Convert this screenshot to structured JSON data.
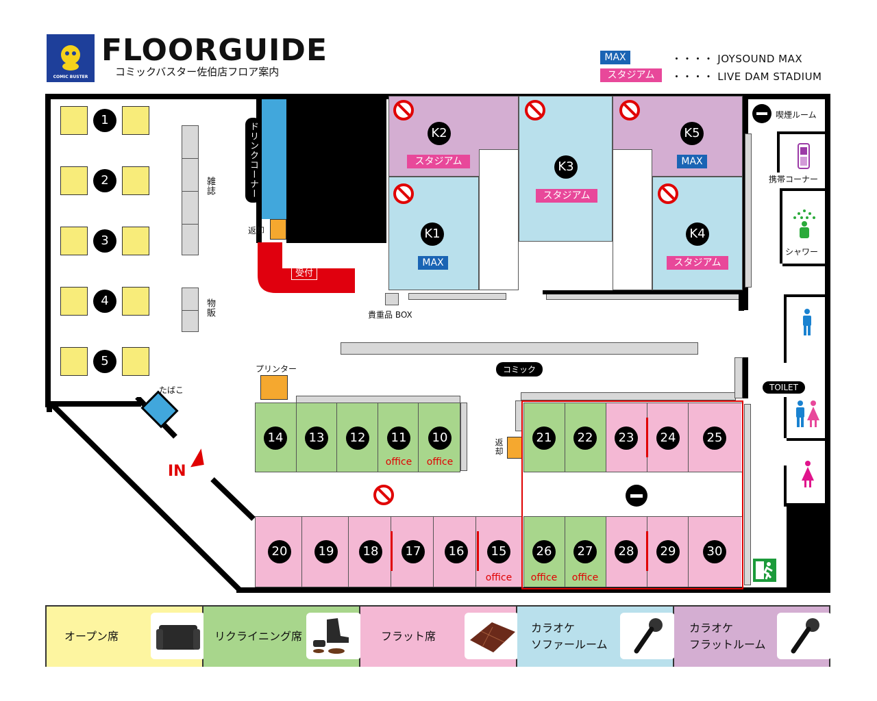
{
  "header": {
    "title": "FLOORGUIDE",
    "subtitle": "コミックバスター佐伯店フロア案内",
    "logo_text": "COMIC BUSTER",
    "legend": [
      {
        "badge": "MAX",
        "desc": "・・・・ JOYSOUND MAX",
        "color": "#1a64b4"
      },
      {
        "badge": "スタジアム",
        "desc": "・・・・ LIVE DAM STADIUM",
        "color": "#e8489a"
      }
    ]
  },
  "map": {
    "open_seats": [
      "1",
      "2",
      "3",
      "4",
      "5"
    ],
    "labels": {
      "drink_corner": "ドリンクコーナー",
      "return1": "返却",
      "return2": "返却",
      "reception": "受付",
      "magazine": "雑誌",
      "goods": "物販",
      "valuables": "貴重品 BOX",
      "comic": "コミック",
      "printer": "プリンター",
      "tobacco": "たばこ",
      "entrance": "IN",
      "smoking_room": "喫煙ルーム",
      "phone_corner": "携帯コーナー",
      "shower": "シャワー",
      "toilet": "TOILET",
      "office": "office"
    },
    "karaoke_rooms": [
      {
        "id": "K1",
        "type": "MAX"
      },
      {
        "id": "K2",
        "type": "スタジアム"
      },
      {
        "id": "K3",
        "type": "スタジアム"
      },
      {
        "id": "K4",
        "type": "スタジアム"
      },
      {
        "id": "K5",
        "type": "MAX"
      }
    ],
    "upper_left_row": [
      "14",
      "13",
      "12",
      "11",
      "10"
    ],
    "upper_right_row": [
      "21",
      "22",
      "23",
      "24",
      "25"
    ],
    "lower_left_row": [
      "20",
      "19",
      "18",
      "17",
      "16",
      "15"
    ],
    "lower_right_row": [
      "26",
      "27",
      "28",
      "29",
      "30"
    ]
  },
  "legend_bar": [
    {
      "label": "オープン席",
      "color": "#fdf5a0"
    },
    {
      "label": "リクライニング席",
      "color": "#a8d68c"
    },
    {
      "label": "フラット席",
      "color": "#f4b8d4"
    },
    {
      "label": "カラオケ\nソファールーム",
      "color": "#b9e0ec"
    },
    {
      "label": "カラオケ\nフラットルーム",
      "color": "#d4aed2"
    }
  ]
}
